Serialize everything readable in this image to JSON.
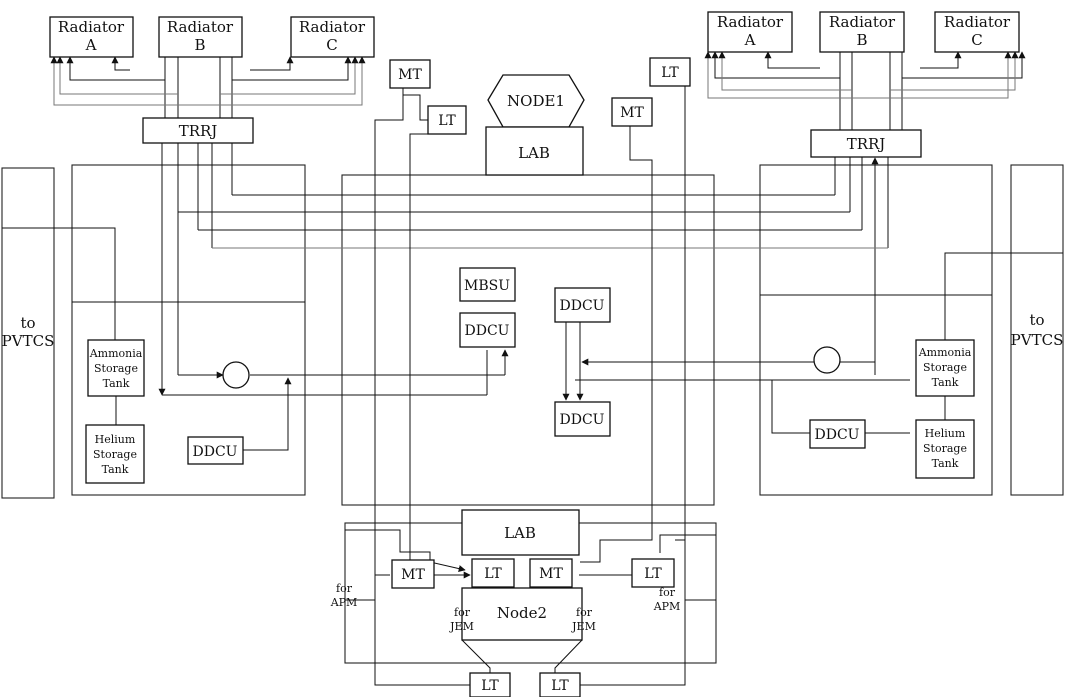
{
  "radiators_left": [
    {
      "line1": "Radiator",
      "line2": "A"
    },
    {
      "line1": "Radiator",
      "line2": "B"
    },
    {
      "line1": "Radiator",
      "line2": "C"
    }
  ],
  "radiators_right": [
    {
      "line1": "Radiator",
      "line2": "A"
    },
    {
      "line1": "Radiator",
      "line2": "B"
    },
    {
      "line1": "Radiator",
      "line2": "C"
    }
  ],
  "trrj_left": "TRRJ",
  "trrj_right": "TRRJ",
  "node1": "NODE1",
  "lab_top": "LAB",
  "mt_top": "MT",
  "lt_top_left": "LT",
  "lt_top_right": "LT",
  "mt_top_right": "MT",
  "mbsu": "MBSU",
  "ddcu_center_left": "DDCU",
  "ddcu_center_right_top": "DDCU",
  "ddcu_center_right_bottom": "DDCU",
  "ddcu_left": "DDCU",
  "ddcu_right": "DDCU",
  "to_pvtcs_left": {
    "line1": "to",
    "line2": "PVTCS"
  },
  "to_pvtcs_right": {
    "line1": "to",
    "line2": "PVTCS"
  },
  "ammonia_left": {
    "line1": "Ammonia",
    "line2": "Storage",
    "line3": "Tank"
  },
  "helium_left": {
    "line1": "Helium",
    "line2": "Storage",
    "line3": "Tank"
  },
  "ammonia_right": {
    "line1": "Ammonia",
    "line2": "Storage",
    "line3": "Tank"
  },
  "helium_right": {
    "line1": "Helium",
    "line2": "Storage",
    "line3": "Tank"
  },
  "lab_bottom": "LAB",
  "mt_bottom_left": "MT",
  "lt_bottom_center_left": "LT",
  "mt_bottom_center_right": "MT",
  "lt_bottom_right": "LT",
  "node2": "Node2",
  "lt_bottom_a": "LT",
  "lt_bottom_b": "LT",
  "for_apm_left": {
    "line1": "for",
    "line2": "APM"
  },
  "for_apm_right": {
    "line1": "for",
    "line2": "APM"
  },
  "for_jem_left": {
    "line1": "for",
    "line2": "JEM"
  },
  "for_jem_right": {
    "line1": "for",
    "line2": "JEM"
  }
}
